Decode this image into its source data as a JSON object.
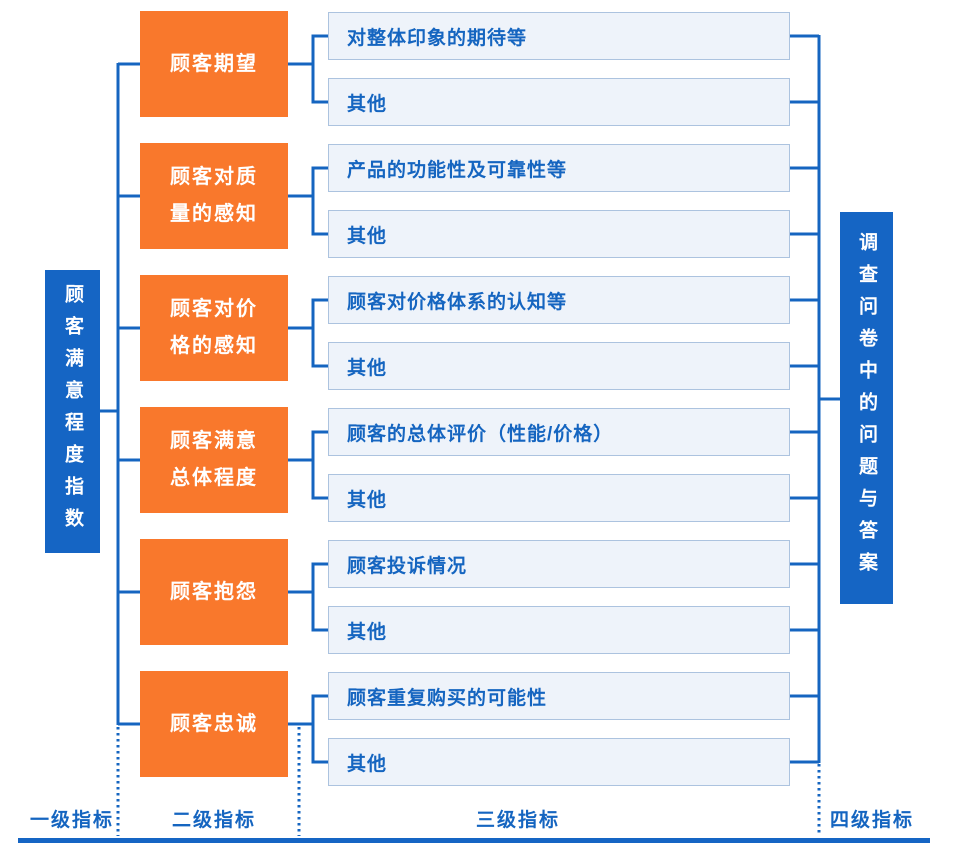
{
  "palette": {
    "node_blue": "#1565C4",
    "node_orange": "#F9782C",
    "line_blue": "#1565C0",
    "light_box_bg": "#EEF3FA",
    "light_box_border": "#ACC3DF"
  },
  "level1": {
    "label": "顾客满意程度指数"
  },
  "level4": {
    "label": "调查问卷中的问题与答案"
  },
  "rows": [
    {
      "level2": "顾客期望",
      "items": [
        "对整体印象的期待等",
        "其他"
      ]
    },
    {
      "level2": "顾客对质量的感知",
      "items": [
        "产品的功能性及可靠性等",
        "其他"
      ]
    },
    {
      "level2": "顾客对价格的感知",
      "items": [
        "顾客对价格体系的认知等",
        "其他"
      ]
    },
    {
      "level2": "顾客满意总体程度",
      "items": [
        "顾客的总体评价（性能/价格）",
        "其他"
      ]
    },
    {
      "level2": "顾客抱怨",
      "items": [
        "顾客投诉情况",
        "其他"
      ]
    },
    {
      "level2": "顾客忠诚",
      "items": [
        "顾客重复购买的可能性",
        "其他"
      ]
    }
  ],
  "legend": [
    "一级指标",
    "二级指标",
    "三级指标",
    "四级指标"
  ]
}
